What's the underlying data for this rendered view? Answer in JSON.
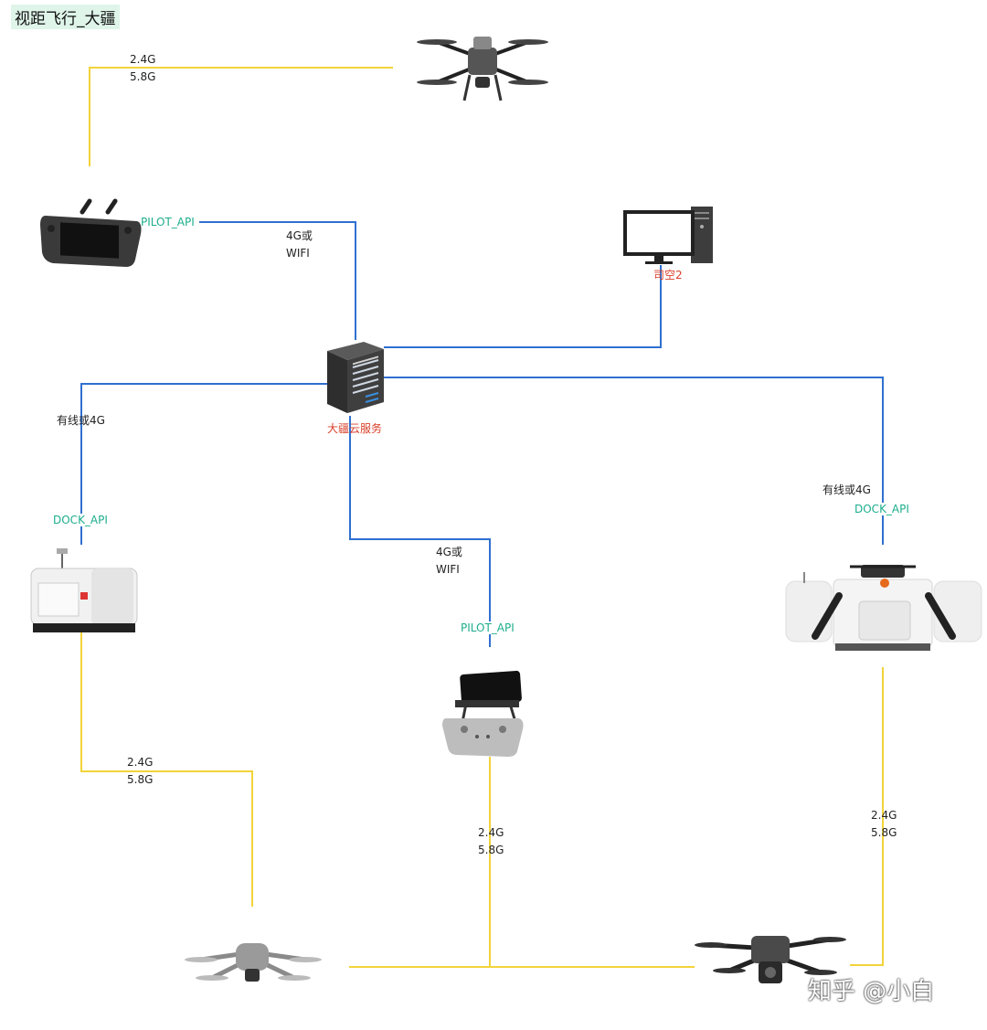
{
  "title": "视距飞行_大疆",
  "links": {
    "top_rf": [
      "2.4G",
      "5.8G"
    ],
    "rc_cloud": [
      "4G或",
      "WIFI"
    ],
    "left_wired": "有线或4G",
    "right_wired": "有线或4G",
    "center_wireless": [
      "4G或",
      "WIFI"
    ],
    "left_rf": [
      "2.4G",
      "5.8G"
    ],
    "center_rf": [
      "2.4G",
      "5.8G"
    ],
    "right_rf": [
      "2.4G",
      "5.8G"
    ]
  },
  "api_labels": {
    "pilot_top": "PILOT_API",
    "dock_left": "DOCK_API",
    "dock_right": "DOCK_API",
    "pilot_center": "PILOT_API"
  },
  "nodes": {
    "cloud": "大疆云服务",
    "pc": "司空2"
  },
  "watermark": "知乎 @小白",
  "colors": {
    "network": "#2f6fd0",
    "radio": "#f2d33a",
    "api": "#1cae8c",
    "node_label": "#d9402b"
  },
  "icons": [
    "drone-icon",
    "smart-remote-controller-icon",
    "desktop-computer-icon",
    "server-icon",
    "dock-icon",
    "phone-remote-controller-icon",
    "dock-2-icon",
    "mini-drone-icon",
    "industrial-drone-icon"
  ]
}
